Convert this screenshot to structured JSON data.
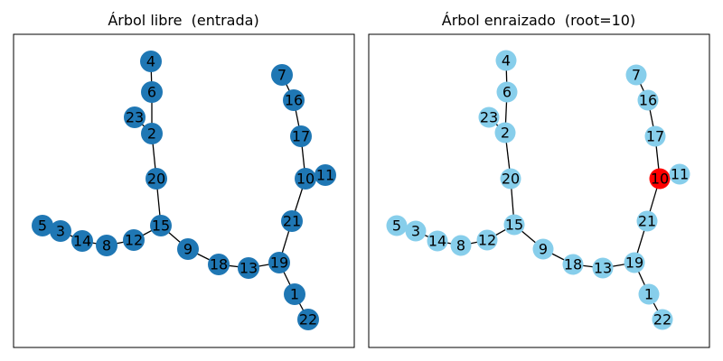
{
  "panels": [
    {
      "title": "Árbol libre  (entrada)",
      "node_color": "#1f77b4",
      "highlight": null
    },
    {
      "title": "Árbol enraizado  (root=10)",
      "node_color": "#87ceeb",
      "highlight": {
        "node": "10",
        "color": "#ff0000"
      }
    }
  ],
  "tree": {
    "nodes": [
      "4",
      "6",
      "23",
      "2",
      "20",
      "15",
      "12",
      "8",
      "14",
      "3",
      "5",
      "9",
      "18",
      "13",
      "19",
      "1",
      "22",
      "21",
      "10",
      "11",
      "17",
      "16",
      "7"
    ],
    "edges": [
      [
        "4",
        "6"
      ],
      [
        "6",
        "2"
      ],
      [
        "23",
        "2"
      ],
      [
        "2",
        "20"
      ],
      [
        "20",
        "15"
      ],
      [
        "15",
        "12"
      ],
      [
        "12",
        "8"
      ],
      [
        "8",
        "14"
      ],
      [
        "14",
        "3"
      ],
      [
        "3",
        "5"
      ],
      [
        "15",
        "9"
      ],
      [
        "9",
        "18"
      ],
      [
        "18",
        "13"
      ],
      [
        "13",
        "19"
      ],
      [
        "19",
        "1"
      ],
      [
        "1",
        "22"
      ],
      [
        "19",
        "21"
      ],
      [
        "21",
        "10"
      ],
      [
        "10",
        "11"
      ],
      [
        "10",
        "17"
      ],
      [
        "17",
        "16"
      ],
      [
        "16",
        "7"
      ]
    ]
  }
}
